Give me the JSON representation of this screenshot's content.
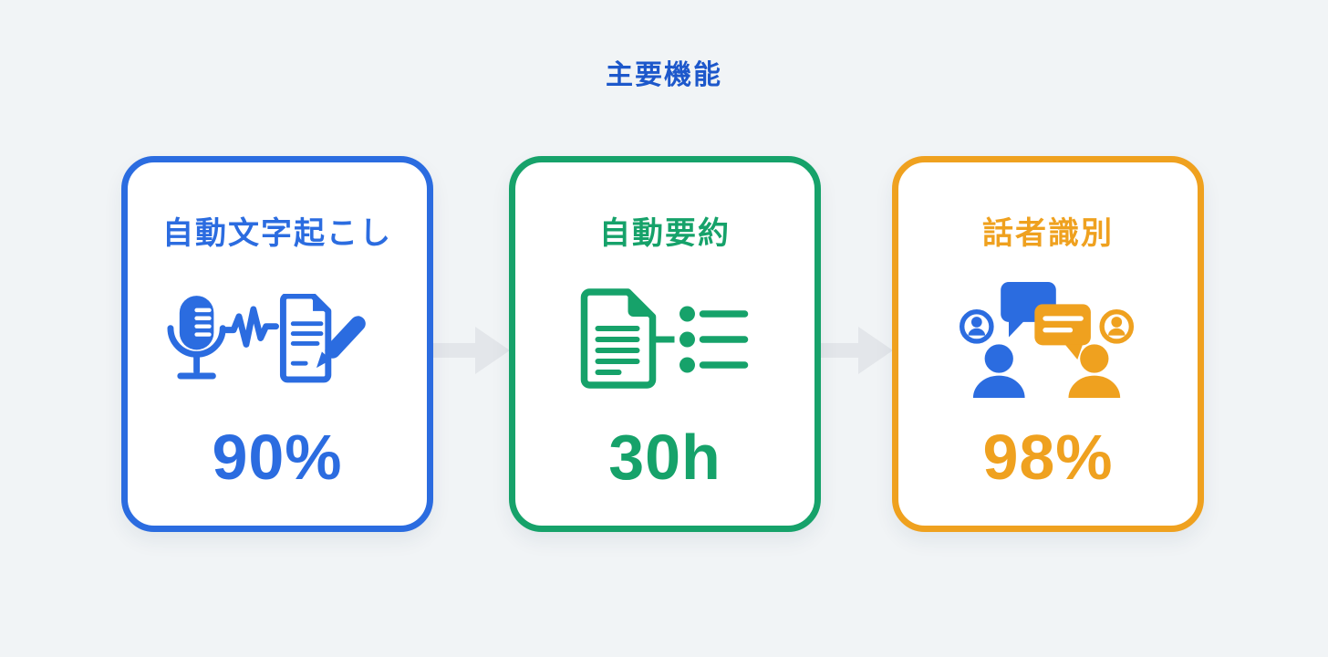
{
  "title": "主要機能",
  "colors": {
    "background": "#f1f4f6",
    "card_background": "#ffffff",
    "title_blue": "#1d58cb",
    "blue": "#2b6ce0",
    "green": "#16a26a",
    "orange": "#efa11f",
    "arrow_gray": "#e3e6ea"
  },
  "cards": [
    {
      "label": "自動文字起こし",
      "stat": "90%",
      "color": "#2b6ce0",
      "icon": "microphone-waveform-document-icon"
    },
    {
      "label": "自動要約",
      "stat": "30h",
      "color": "#16a26a",
      "icon": "document-to-bullet-list-icon"
    },
    {
      "label": "話者識別",
      "stat": "98%",
      "color": "#efa11f",
      "icon": "speakers-conversation-icon"
    }
  ],
  "arrow_icon": "arrow-right"
}
